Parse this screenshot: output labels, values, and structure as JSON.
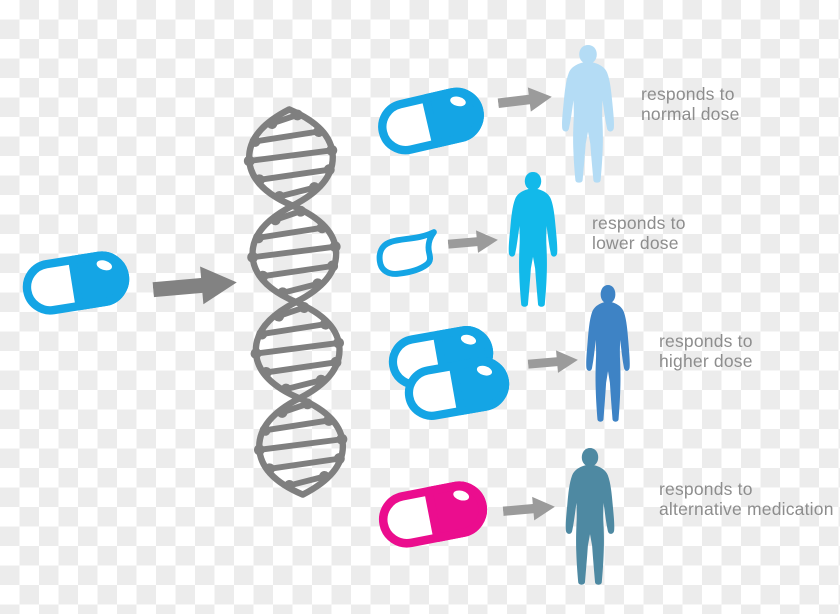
{
  "colors": {
    "pill-blue": "#14a5e5",
    "pill-pink": "#eb0d8e",
    "person-lightblue": "#b4dcf5",
    "person-cyan": "#12b9ea",
    "person-blue": "#3e83c5",
    "person-teal": "#4e89a2",
    "arrow-dark": "#828282",
    "arrow-gray": "#9b9b9b",
    "dna-gray": "#7f7f7f",
    "label-gray": "#8d8d8d",
    "checker-dark": "#ececec",
    "checker-light": "#ffffff"
  },
  "diagram": {
    "rows": [
      {
        "name": "normal-dose",
        "label_lines": [
          "responds to",
          "normal dose"
        ]
      },
      {
        "name": "lower-dose",
        "label_lines": [
          "responds to",
          "lower dose"
        ]
      },
      {
        "name": "higher-dose",
        "label_lines": [
          "responds to",
          "higher dose"
        ]
      },
      {
        "name": "alternative-medication",
        "label_lines": [
          "responds to",
          "alternative medication"
        ]
      }
    ]
  }
}
